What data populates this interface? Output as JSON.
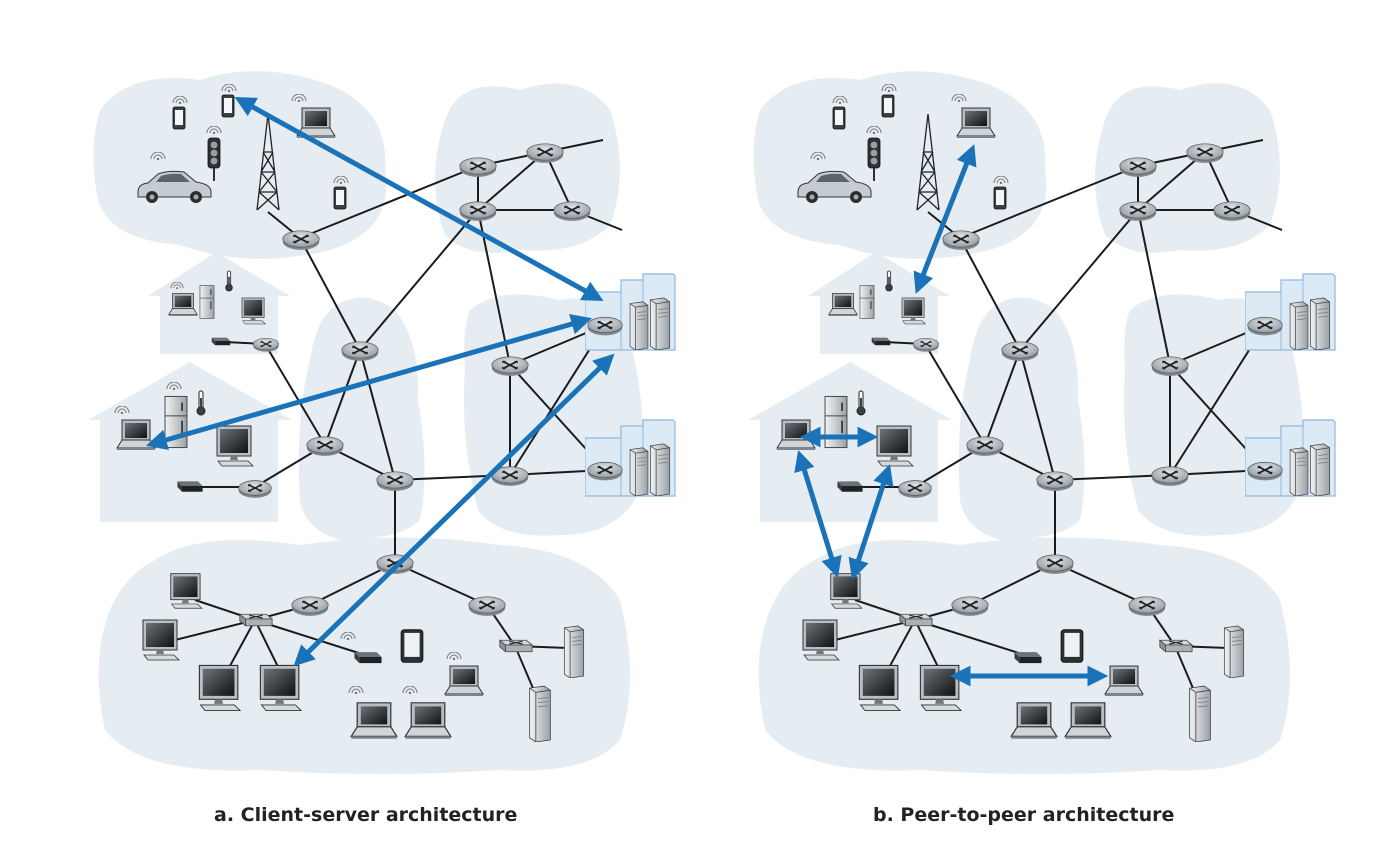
{
  "colors": {
    "cloud": "#e6edf2",
    "arrow": "#1a73b8",
    "router": "#9aa3a9",
    "link": "#1b1b1b",
    "datacenter": "#dceaf6"
  },
  "icons": [
    "router-icon",
    "switch-icon",
    "server-icon",
    "datacenter-icon",
    "laptop-icon",
    "desktop-icon",
    "phone-icon",
    "tablet-icon",
    "car-icon",
    "traffic-light-icon",
    "thermometer-icon",
    "refrigerator-icon",
    "cell-tower-icon",
    "modem-icon",
    "house-icon"
  ],
  "panels": [
    {
      "id": "a",
      "caption": "a. Client-server architecture"
    },
    {
      "id": "b",
      "caption": "b. Peer-to-peer architecture"
    }
  ]
}
